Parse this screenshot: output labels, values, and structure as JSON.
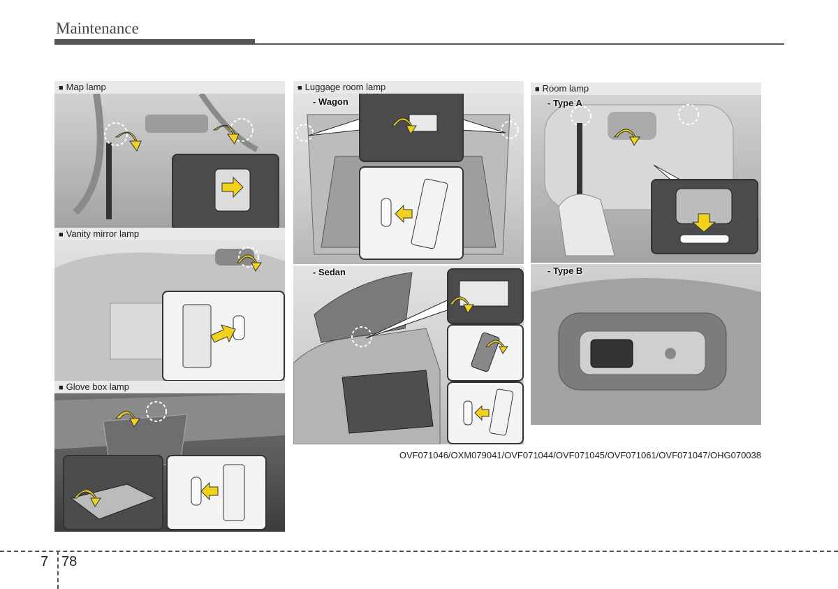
{
  "header": {
    "title": "Maintenance"
  },
  "panels": {
    "map_lamp": {
      "label": "Map lamp"
    },
    "vanity_mirror_lamp": {
      "label": "Vanity mirror lamp"
    },
    "glove_box_lamp": {
      "label": "Glove box lamp"
    },
    "luggage_room_lamp": {
      "label": "Luggage room lamp",
      "wagon": "- Wagon",
      "sedan": "- Sedan"
    },
    "room_lamp": {
      "label": "Room lamp",
      "type_a": "- Type A",
      "type_b": "- Type B"
    }
  },
  "label_bullet": "■",
  "image_codes": "OVF071046/OXM079041/OVF071044/OVF071045/OVF071061/OVF071047/OHG070038",
  "footer": {
    "chapter": "7",
    "page": "78"
  },
  "colors": {
    "arrow": "#f2d21e",
    "rule": "#555555"
  },
  "icons": [
    "curved-arrow-icon",
    "straight-arrow-icon",
    "dashed-circle-marker"
  ]
}
